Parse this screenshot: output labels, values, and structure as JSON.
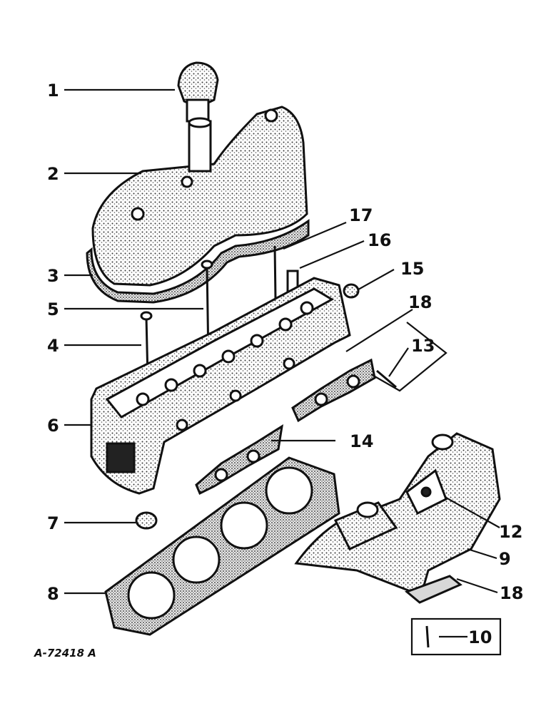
{
  "figure_ref": "A-72418 A",
  "callouts": {
    "c1": "1",
    "c2": "2",
    "c3": "3",
    "c4": "4",
    "c5": "5",
    "c6": "6",
    "c7": "7",
    "c8": "8",
    "c9": "9",
    "c10": "10",
    "c12": "12",
    "c13": "13",
    "c14": "14",
    "c15": "15",
    "c16": "16",
    "c17": "17",
    "c18a": "18",
    "c18b": "18"
  },
  "colors": {
    "ink": "#111111",
    "paper": "#ffffff",
    "stipple": "#9a9a9a"
  }
}
